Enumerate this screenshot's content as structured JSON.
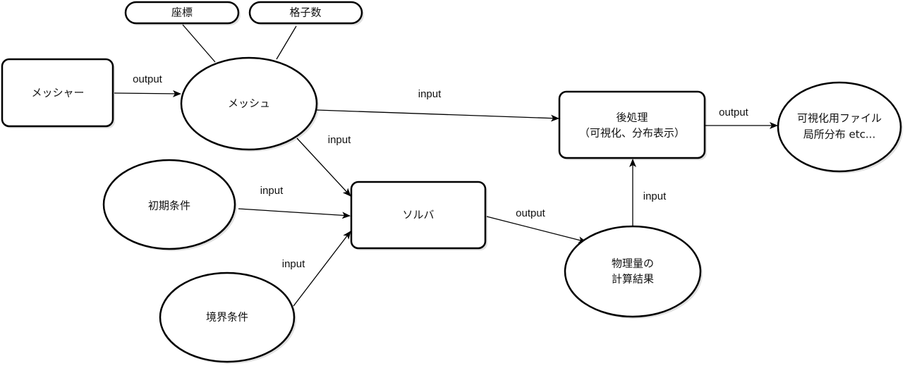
{
  "nodes": {
    "mesher": "メッシャー",
    "mesh": "メッシュ",
    "coordinates": "座標",
    "grid_count": "格子数",
    "initial_conditions": "初期条件",
    "boundary_conditions": "境界条件",
    "solver": "ソルバ",
    "physical_results_line1": "物理量の",
    "physical_results_line2": "計算結果",
    "postprocess_line1": "後処理",
    "postprocess_line2": "（可視化、分布表示）",
    "output_files_line1": "可視化用ファイル",
    "output_files_line2": "局所分布 etc..."
  },
  "edges": {
    "mesher_to_mesh": "output",
    "mesh_to_postprocess": "input",
    "mesh_to_solver": "input",
    "initial_to_solver": "input",
    "boundary_to_solver": "input",
    "solver_to_results": "output",
    "results_to_postprocess": "input",
    "postprocess_to_files": "output"
  }
}
